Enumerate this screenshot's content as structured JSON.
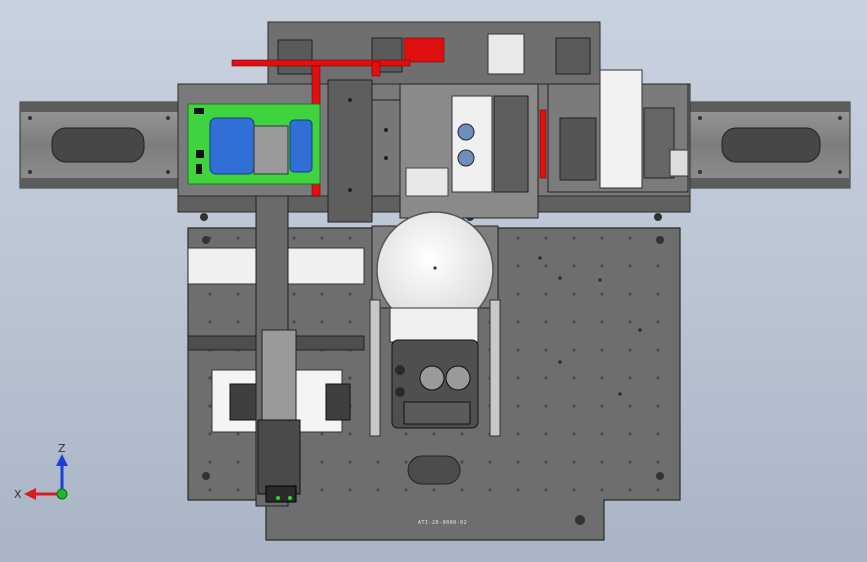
{
  "viewport": {
    "background_top": "#c9d2df",
    "background_bottom": "#a9b4c5"
  },
  "triad": {
    "x_label": "X",
    "z_label": "Z",
    "x_color": "#d81b1b",
    "z_color": "#1b3fd8",
    "origin_color": "#1bb82a"
  },
  "part_label": "ATI-20-0000-02",
  "colors": {
    "plate": "#6e6e6e",
    "plate_dark": "#4a4a4a",
    "rail": "#8a8a8a",
    "pcb_green": "#3fd43f",
    "battery_blue": "#2f6fd6",
    "highlight_red": "#e01010",
    "white_part": "#f2f2f2"
  }
}
